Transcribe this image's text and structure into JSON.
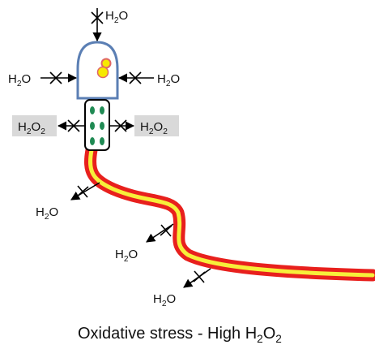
{
  "labels": {
    "water": {
      "base": "H",
      "sub": "2",
      "tail": "O"
    },
    "peroxide": {
      "base": "H",
      "sub1": "2",
      "mid": "O",
      "sub2": "2"
    },
    "caption": {
      "text": "Oxidative stress - High H",
      "sub": "2",
      "mid": "O",
      "sub2": "2"
    }
  },
  "colors": {
    "outline": "#5b7fb4",
    "tail_outer": "#e8201d",
    "tail_inner": "#f7ef3a",
    "mito_spot": "#1f8a53",
    "peroxide_bg": "#d9d9d9",
    "arrow": "#000000",
    "nucleus_fill": "#f6e900",
    "nucleus_ring": "#e06666"
  },
  "icons": {
    "blocked_arrow": "cross-mark-arrow-icon"
  }
}
